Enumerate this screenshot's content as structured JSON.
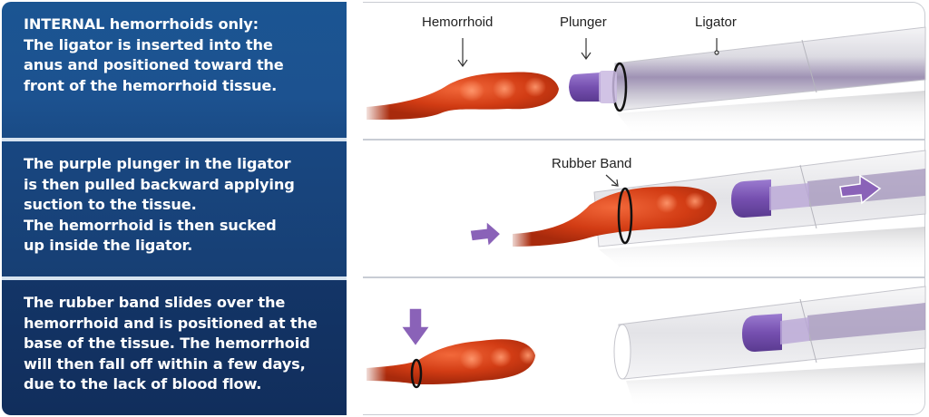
{
  "steps": [
    {
      "text_lines": [
        "INTERNAL hemorrhoids only:",
        "The ligator is inserted into the",
        "anus and positioned toward the",
        "front of the hemorrhoid tissue."
      ],
      "labels": {
        "hemorrhoid": "Hemorrhoid",
        "plunger": "Plunger",
        "ligator": "Ligator"
      }
    },
    {
      "text_lines": [
        "The purple plunger in the ligator",
        "is then pulled backward applying",
        "suction to the tissue.",
        "The hemorrhoid is then sucked",
        "up inside the ligator."
      ],
      "labels": {
        "rubber_band": "Rubber Band"
      }
    },
    {
      "text_lines": [
        "The rubber band slides over the",
        "hemorrhoid and is positioned at the",
        "base of the tissue. The hemorrhoid",
        "will then fall off within a few days,",
        "due to the lack of blood flow."
      ]
    }
  ],
  "colors": {
    "panel_top": "#1b5592",
    "panel_mid": "#184781",
    "panel_bottom": "#112e5c",
    "tissue": "#d8401a",
    "plunger": "#7b4fb0",
    "arrow": "#8a62b8",
    "band": "#111111"
  }
}
